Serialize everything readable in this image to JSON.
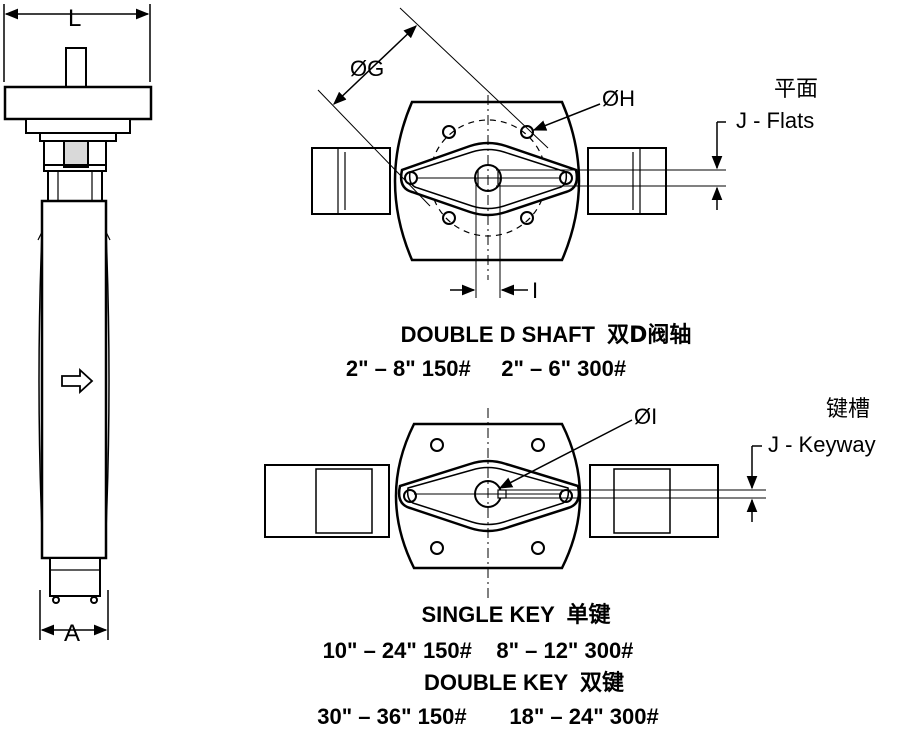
{
  "side_view": {
    "dim_L": "L",
    "dim_A": "A",
    "flow_arrow": "flow-arrow-icon"
  },
  "top_view": {
    "dim_G": "ØG",
    "dim_H": "ØH",
    "dim_I": "I",
    "flats_cn": "平面",
    "flats_label": "J - Flats",
    "caption_title": "DOUBLE D SHAFT",
    "caption_title_cn": "双D阀轴",
    "caption_sizes": "2\" – 8\" 150#     2\" – 6\" 300#"
  },
  "bottom_view": {
    "dim_I": "ØI",
    "keyway_cn": "键槽",
    "keyway_label": "J - Keyway",
    "single_title": "SINGLE KEY",
    "single_title_cn": "单键",
    "single_sizes": "10\" – 24\" 150#    8\" – 12\" 300#",
    "double_title": "DOUBLE KEY",
    "double_title_cn": "双键",
    "double_sizes": "30\" – 36\" 150#       18\" – 24\" 300#"
  },
  "colors": {
    "line": "#000000",
    "body_fill": "#ffffff",
    "shade": "#d9d9d9"
  }
}
